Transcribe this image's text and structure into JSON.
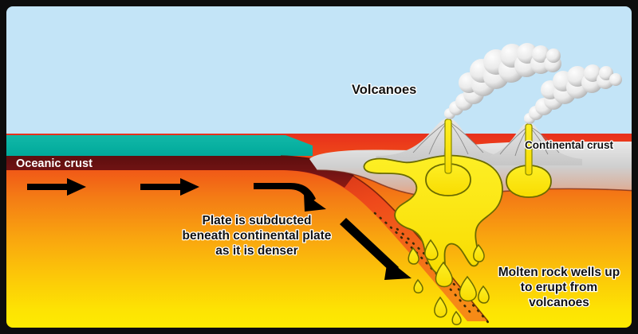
{
  "figure": {
    "kind": "geology-cross-section",
    "subject": "Oceanic-continental plate subduction and volcanism"
  },
  "labels": {
    "oceanic_crust": "Oceanic crust",
    "continental_crust": "Continental crust",
    "volcanoes": "Volcanoes",
    "subduction_line1": "Plate is subducted",
    "subduction_line2": "beneath continental plate",
    "subduction_line3": "as it is denser",
    "molten_line1": "Molten rock wells up",
    "molten_line2": "to erupt from",
    "molten_line3": "volcanoes"
  },
  "colors": {
    "sky": "#c3e4f7",
    "ocean_water": "#00b4a6",
    "oceanic_crust": "#6b1111",
    "oceanic_crust_dark": "#4d0c0c",
    "mantle_top": "#ec3b1d",
    "mantle_mid": "#f59a14",
    "mantle_bottom": "#fdee00",
    "continental_crust": "#c9c9c9",
    "continental_crust_light": "#e4e4e4",
    "magma": "#fbe500",
    "magma_outline": "#6b6b00",
    "smoke_light": "#f2f2f2",
    "smoke_dark": "#a8a8a8",
    "arrow": "#000000",
    "border": "#0d0d0d",
    "text_dark": "#111111",
    "text_light": "#ffffff"
  },
  "elements": {
    "arrows": [
      {
        "name": "mantle-flow-arrow-1",
        "direction": "right"
      },
      {
        "name": "mantle-flow-arrow-2",
        "direction": "right"
      },
      {
        "name": "mantle-flow-arrow-3",
        "direction": "right-down-curve"
      },
      {
        "name": "subduction-arrow",
        "direction": "down-right-diagonal"
      }
    ],
    "volcano_count": 2,
    "smoke_plume_count": 2,
    "magma_chamber_count": 2,
    "magma_droplet_count": 9,
    "slab_dotted_line_count": 2
  }
}
